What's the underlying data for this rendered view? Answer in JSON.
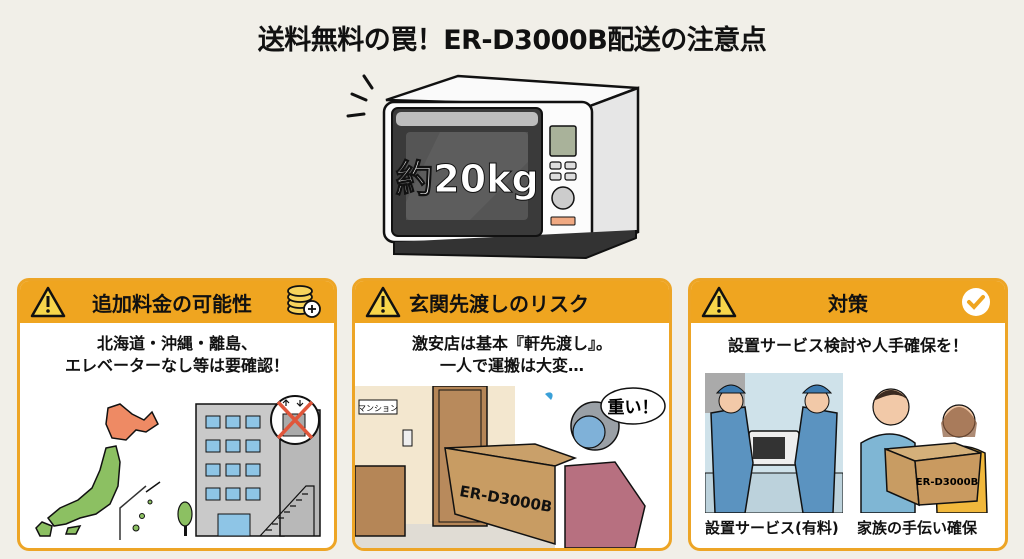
{
  "title": "送料無料の罠！ER-D3000B配送の注意点",
  "hero": {
    "weight_label": "約20kg",
    "icon": "microwave-oven"
  },
  "cards": [
    {
      "heading": "追加料金の可能性",
      "left_icon": "warning-triangle-icon",
      "right_icon": "coins-plus-icon",
      "lines": [
        "北海道・沖縄・離島、",
        "エレベーターなし等は要確認！"
      ],
      "illustration": "japan-map-and-building-without-elevator"
    },
    {
      "heading": "玄関先渡しのリスク",
      "left_icon": "warning-triangle-icon",
      "lines": [
        "激安店は基本『軒先渡し』。",
        "一人で運搬は大変…"
      ],
      "illustration": "elderly-woman-carrying-box",
      "sign_label": "マンション",
      "box_label": "ER-D3000B",
      "speech_bubble": "重い！"
    },
    {
      "heading": "対策",
      "left_icon": "warning-triangle-icon",
      "right_icon": "check-circle-icon",
      "lines": [
        "設置サービス検討や人手確保を！"
      ],
      "captions": [
        "設置サービス(有料)",
        "家族の手伝い確保"
      ],
      "box_label": "ER-D3000B"
    }
  ],
  "colors": {
    "background": "#f1efe8",
    "accent_orange": "#efa520",
    "warning_yellow": "#f7d54a",
    "hokkaido_red": "#ee8a64",
    "map_green": "#8cc062"
  }
}
